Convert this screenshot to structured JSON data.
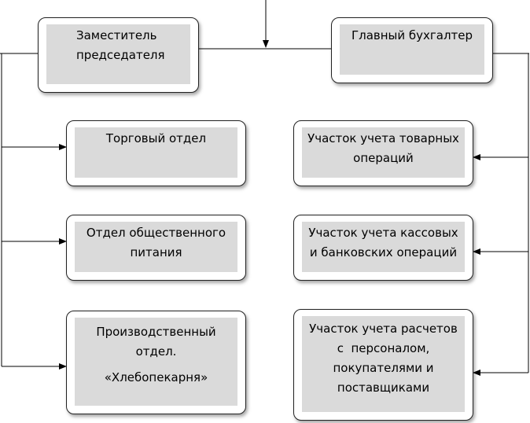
{
  "nodes": {
    "deputy": [
      "Заместитель",
      "председателя"
    ],
    "chief": [
      "Главный бухгалтер"
    ],
    "trade": [
      "Торговый отдел"
    ],
    "catering": [
      "Отдел общественного",
      "питания"
    ],
    "production": [
      "Производственный",
      "отдел.",
      "«Хлебопекарня»"
    ],
    "goods": [
      "Участок учета товарных",
      "операций"
    ],
    "cash": [
      "Участок учета кассовых",
      "и банковских операций"
    ],
    "settlements": [
      "Участок учета расчетов",
      "с  персоналом,",
      "покупателями и",
      "поставщиками"
    ]
  }
}
